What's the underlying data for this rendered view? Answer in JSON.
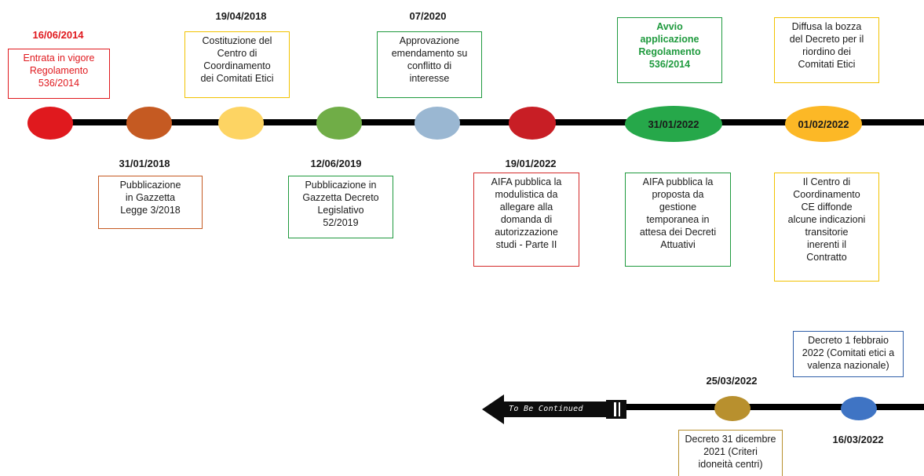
{
  "colors": {
    "red": "#e0191e",
    "orange_brown": "#c55a22",
    "light_yellow": "#fdd463",
    "green": "#70ad47",
    "light_blue": "#9ab7d2",
    "dark_red": "#c81e25",
    "bright_green": "#26a84a",
    "gold": "#fcb826",
    "brown_gold": "#b8902e",
    "blue": "#3f74c4"
  },
  "top_dates": {
    "d1": "16/06/2014",
    "d2": "19/04/2018",
    "d3": "07/2020"
  },
  "bottom_dates": {
    "d1": "31/01/2018",
    "d2": "12/06/2019",
    "d3": "19/01/2022"
  },
  "dot_labels": {
    "avvio": "31/01/2022",
    "diffusa": "01/02/2022"
  },
  "top_boxes": {
    "entrata": [
      "Entrata in vigore",
      "Regolamento",
      "536/2014"
    ],
    "costituzione": [
      "Costituzione del",
      "Centro di",
      "Coordinamento",
      "dei Comitati Etici"
    ],
    "approvazione": [
      "Approvazione",
      "emendamento su",
      "conflitto di",
      "interesse"
    ],
    "avvio": [
      "Avvio",
      "applicazione",
      "Regolamento",
      "536/2014"
    ],
    "diffusa": [
      "Diffusa la bozza",
      "del Decreto per il",
      "riordino dei",
      "Comitati Etici"
    ]
  },
  "bottom_boxes": {
    "pubblicazione_legge": [
      "Pubblicazione",
      "in Gazzetta",
      "Legge 3/2018"
    ],
    "pubblicazione_decreto": [
      "Pubblicazione in",
      "Gazzetta Decreto",
      "Legislativo",
      "52/2019"
    ],
    "aifa_modulistica": [
      "AIFA pubblica la",
      "modulistica da",
      "allegare alla",
      "domanda di",
      "autorizzazione",
      "studi - Parte II"
    ],
    "aifa_proposta": [
      "AIFA pubblica la",
      "proposta da",
      "gestione",
      "temporanea in",
      "attesa dei Decreti",
      "Attuativi"
    ],
    "centro_coordinamento": [
      "Il Centro di",
      "Coordinamento",
      "CE diffonde",
      "alcune indicazioni",
      "transitorie",
      "inerenti il",
      "Contratto"
    ]
  },
  "second_line": {
    "date_top": "25/03/2022",
    "date_bottom": "16/03/2022",
    "box_blue": [
      "Decreto 1 febbraio",
      "2022 (Comitati etici a",
      "valenza nazionale)"
    ],
    "box_gold": [
      "Decreto 31 dicembre",
      "2021 (Criteri",
      "idoneità centri)"
    ],
    "to_be_continued": "To Be Continued"
  }
}
